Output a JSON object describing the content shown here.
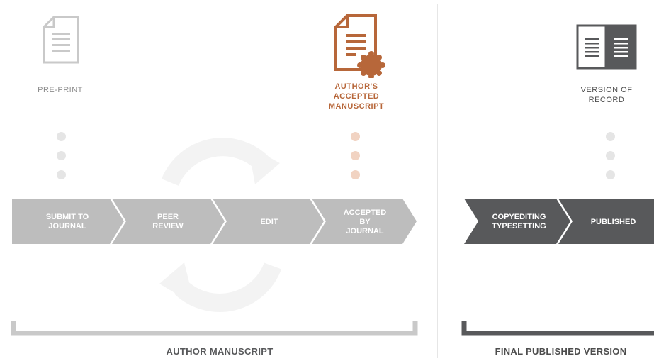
{
  "colors": {
    "light_gray": "#c9c9c9",
    "gray_arrow": "#bdbdbd",
    "dark_gray": "#58595b",
    "orange": "#b7673a",
    "dot_light": "#e5e5e5",
    "dot_orange": "#f1d3c2",
    "text_gray": "#8c8c8c",
    "text_dark": "#4d4d4d"
  },
  "icons": {
    "preprint": {
      "name": "document-icon",
      "label": "PRE-PRINT"
    },
    "aam": {
      "name": "document-seal-icon",
      "label": "AUTHOR'S\nACCEPTED\nMANUSCRIPT"
    },
    "vor": {
      "name": "open-book-icon",
      "label": "VERSION OF\nRECORD"
    }
  },
  "steps": {
    "submit": "SUBMIT TO\nJOURNAL",
    "peer_review": "PEER\nREVIEW",
    "edit": "EDIT",
    "accepted": "ACCEPTED\nBY\nJOURNAL",
    "copyediting": "COPYEDITING\nTYPESETTING",
    "published": "PUBLISHED"
  },
  "brackets": {
    "author_manuscript": "AUTHOR MANUSCRIPT",
    "final_published": "FINAL PUBLISHED VERSION"
  }
}
